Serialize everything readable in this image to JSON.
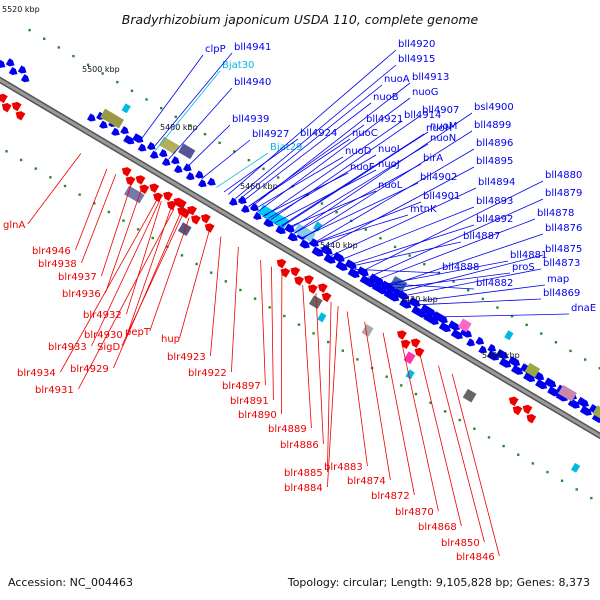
{
  "title": "Bradyrhizobium japonicum USDA 110, complete genome",
  "footer": {
    "accession": "Accession: NC_004463",
    "topology": "Topology: circular; Length: 9,105,828 bp; Genes: 8,373"
  },
  "colors": {
    "forward": "#0000ee",
    "reverse": "#ee0000",
    "rna": "#00bbdd",
    "backbone": "#808080",
    "marker": "#2a8a2a"
  },
  "coordinate_labels": [
    "5520 kbp",
    "5500 kbp",
    "5480 kbp",
    "5460 kbp",
    "5440 kbp",
    "5420 kbp",
    "5400 kbp"
  ],
  "forward_labels": [
    "clpP",
    "Bjat30",
    "bll4941",
    "bll4940",
    "bll4939",
    "bll4927",
    "Bjat29",
    "bll4924",
    "bll4920",
    "bll4915",
    "nuoA",
    "bll4913",
    "nuoB",
    "nuoG",
    "bll4921",
    "bll4914",
    "bll4907",
    "bsl4900",
    "nuoC",
    "nuoH",
    "nuoM",
    "bll4899",
    "nuoD",
    "nuoN",
    "nuoI",
    "bll4896",
    "nuoF",
    "birA",
    "bll4895",
    "nuoJ",
    "bll4902",
    "bll4894",
    "nuoL",
    "bll4901",
    "bll4893",
    "mtnK",
    "bll4892",
    "bll4887",
    "bll4888",
    "bll4881",
    "bll4882",
    "proS",
    "bll4880",
    "bll4879",
    "bll4878",
    "bll4876",
    "bll4875",
    "bll4873",
    "map",
    "bll4869",
    "dnaE"
  ],
  "reverse_labels": [
    "glnA",
    "blr4946",
    "blr4938",
    "blr4937",
    "blr4936",
    "blr4932",
    "blr4930",
    "blr4933",
    "pepT",
    "SigD",
    "blr4929",
    "blr4934",
    "blr4931",
    "hup",
    "blr4923",
    "blr4922",
    "blr4897",
    "blr4891",
    "blr4890",
    "blr4889",
    "blr4886",
    "blr4885",
    "blr4883",
    "blr4884",
    "blr4874",
    "blr4872",
    "blr4870",
    "blr4868",
    "blr4850",
    "blr4846"
  ]
}
